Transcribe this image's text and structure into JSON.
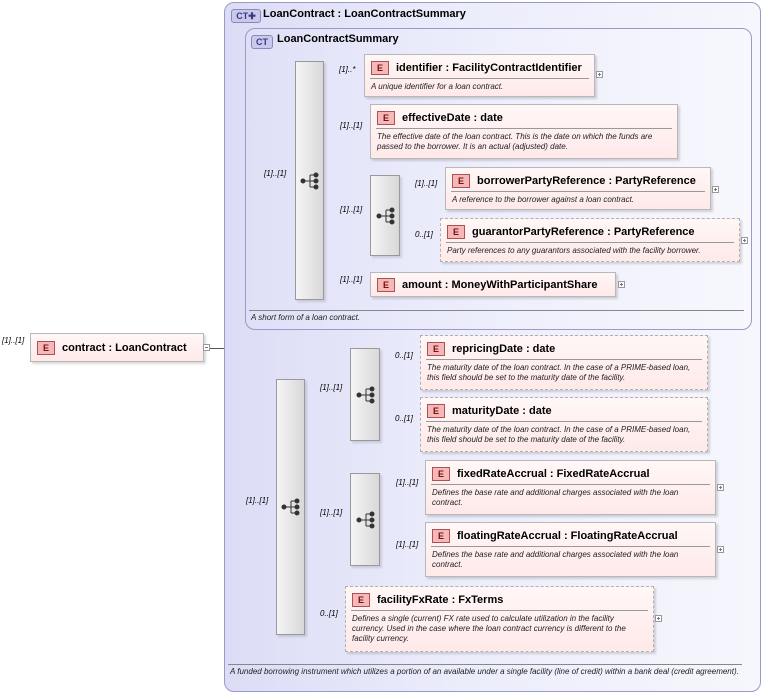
{
  "root": {
    "badge": "E",
    "name": "contract : LoanContract",
    "cardinality": "[1]..[1]"
  },
  "outer_type": {
    "badge": "CT",
    "title": "LoanContract : LoanContractSummary",
    "description": "A funded borrowing instrument which utilizes a portion of an available under a single facility (line of credit) within a bank deal (credit agreement)."
  },
  "inner_type": {
    "badge": "CT",
    "title": "LoanContractSummary",
    "description": "A short form of a loan contract."
  },
  "sequences": {
    "summary_cardinality": "[1]..[1]",
    "extension_cardinality": "[1]..[1]",
    "party_cardinality": "[1]..[1]",
    "dates_cardinality": "[1]..[1]",
    "accrual_cardinality": "[1]..[1]"
  },
  "elements": [
    {
      "key": "identifier",
      "badge": "E",
      "name": "identifier : FacilityContractIdentifier",
      "description": "A unique identifier for a loan contract.",
      "cardinality": "[1]..*"
    },
    {
      "key": "effectiveDate",
      "badge": "E",
      "name": "effectiveDate : date",
      "description": "The effective date of the loan contract. This is the date on which the funds are passed to the borrower. It is an actual (adjusted) date.",
      "cardinality": "[1]..[1]"
    },
    {
      "key": "borrowerPartyReference",
      "badge": "E",
      "name": "borrowerPartyReference : PartyReference",
      "description": "A reference to the borrower against a loan contract.",
      "cardinality": "[1]..[1]"
    },
    {
      "key": "guarantorPartyReference",
      "badge": "E",
      "name": "guarantorPartyReference : PartyReference",
      "description": "Party references to any guarantors associated with the facility borrower.",
      "cardinality": "0..[1]"
    },
    {
      "key": "amount",
      "badge": "E",
      "name": "amount  : MoneyWithParticipantShare",
      "description": "",
      "cardinality": "[1]..[1]"
    },
    {
      "key": "repricingDate",
      "badge": "E",
      "name": "repricingDate : date",
      "description": "The maturity date of the loan contract. In the case of a PRIME-based loan, this field should be set to the maturity date of the facility.",
      "cardinality": "0..[1]"
    },
    {
      "key": "maturityDate",
      "badge": "E",
      "name": "maturityDate : date",
      "description": "The maturity date of the loan contract. In the case of a PRIME-based loan, this field should be set to the maturity date of the facility.",
      "cardinality": "0..[1]"
    },
    {
      "key": "fixedRateAccrual",
      "badge": "E",
      "name": "fixedRateAccrual : FixedRateAccrual",
      "description": "Defines the base rate and additional charges associated with the loan contract.",
      "cardinality": "[1]..[1]"
    },
    {
      "key": "floatingRateAccrual",
      "badge": "E",
      "name": "floatingRateAccrual : FloatingRateAccrual",
      "description": "Defines the base rate and additional charges associated with the loan contract.",
      "cardinality": "[1]..[1]"
    },
    {
      "key": "facilityFxRate",
      "badge": "E",
      "name": "facilityFxRate : FxTerms",
      "description": "Defines a single (current) FX rate used to calculate utilization in the facility currency. Used in the case where the loan contract currency is different to the facility currency.",
      "cardinality": "0..[1]"
    }
  ]
}
